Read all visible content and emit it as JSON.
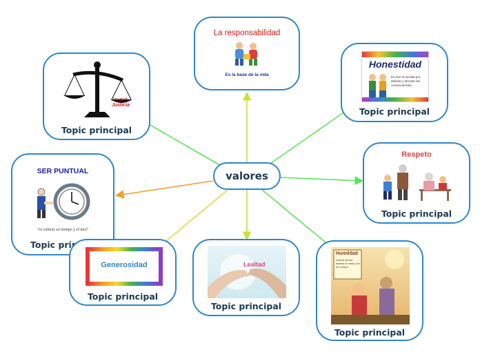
{
  "center": {
    "label": "valores"
  },
  "topics": {
    "justicia": {
      "label": "Topic principal",
      "caption_top": "Verdad",
      "caption_bottom": "Justicia"
    },
    "responsabilidad": {
      "label": "",
      "title": "La responsabilidad",
      "subtitle": "Es la base de la vida"
    },
    "honestidad": {
      "label": "Topic principal",
      "title": "Honestidad",
      "body": "Es lucir la verdad por delante y afrontar las consecuencias."
    },
    "puntual": {
      "label": "Topic principal",
      "title": "SER PUNTUAL",
      "quote": "\"es valorar su tiempo y el mio\""
    },
    "respeto": {
      "label": "Topic principal",
      "title": "Respeto"
    },
    "generosidad": {
      "label": "Topic principal",
      "title": "Generosidad"
    },
    "lealtad": {
      "label": "Topic principal",
      "title": "Lealtad"
    },
    "humildad": {
      "label": "Topic principal",
      "title": "Humildad",
      "body": "Ocurrir de tus manos lo mala y en un cordon"
    }
  },
  "colors": {
    "border": "#2f86c6",
    "link_green": "#5fe35a",
    "link_yellow_green": "#b5e23c",
    "link_yellow": "#e6e63a",
    "link_orange": "#f0a030"
  }
}
